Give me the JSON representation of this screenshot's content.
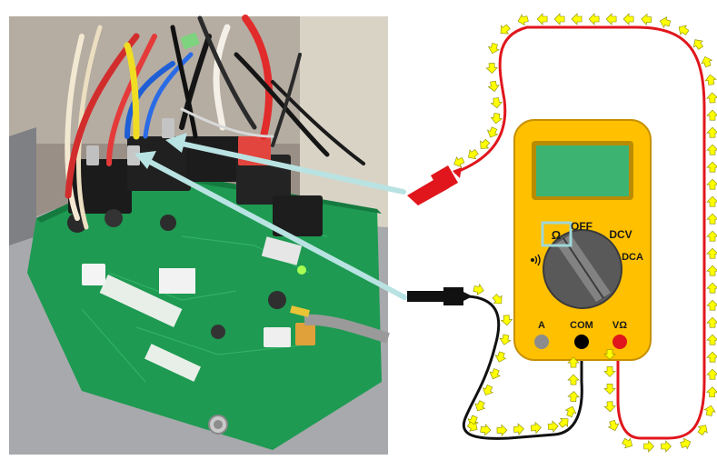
{
  "meter": {
    "dial_labels": {
      "off": "OFF",
      "ohm": "Ω",
      "dcv": "DCV",
      "dca": "DCA"
    },
    "continuity_symbol": "·)))",
    "jack_labels": {
      "a": "A",
      "com": "COM",
      "vohm": "VΩ"
    },
    "selected_range": "Ω"
  },
  "icons": {
    "continuity": "sound-wave-icon",
    "arrows": "chevron-arrow-icon"
  },
  "colors": {
    "meter_body": "#ffc000",
    "meter_display": "#3cb371",
    "red_lead": "#e0161c",
    "black_lead": "#111111",
    "arrow_fill": "#ffff00",
    "pointer_arrow": "#b9e3e2",
    "pcb_green": "#1e9a52"
  }
}
